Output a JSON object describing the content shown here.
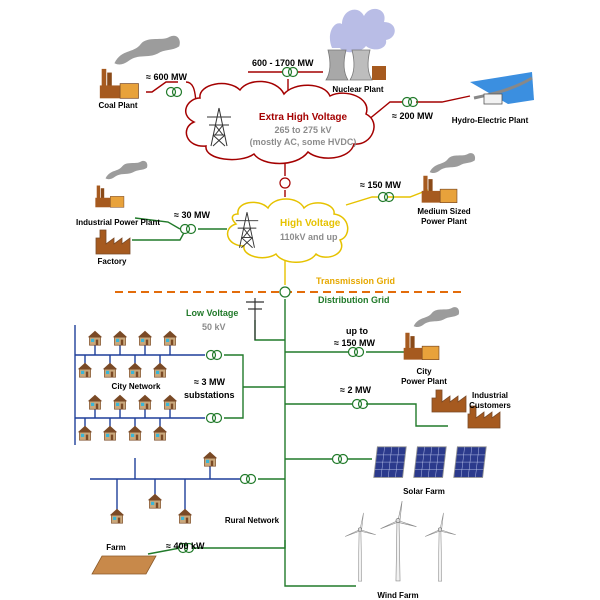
{
  "colors": {
    "ehv": "#a40000",
    "hv": "#e6c200",
    "distribution": "#217a2a",
    "low_voltage": "#217a2a",
    "feeder": "#1f3f9a",
    "grey_text": "#8c8c8c",
    "divider": "#e36c0a"
  },
  "ehv": {
    "title": "Extra High Voltage",
    "line1": "265 to 275 kV",
    "line2": "(mostly AC, some HVDC)"
  },
  "hv": {
    "title": "High Voltage",
    "line1": "110kV and up"
  },
  "grid": {
    "transmission": "Transmission Grid",
    "distribution": "Distribution Grid"
  },
  "low_voltage": {
    "title": "Low Voltage",
    "value": "50 kV"
  },
  "substations": {
    "value": "≈ 3  MW",
    "label": "substations"
  },
  "plants": {
    "coal": {
      "name": "Coal Plant",
      "power": "≈ 600  MW"
    },
    "nuclear": {
      "name": "Nuclear Plant",
      "power": "600 - 1700  MW"
    },
    "hydro": {
      "name": "Hydro-Electric Plant",
      "power": "≈ 200  MW"
    },
    "industrial": {
      "name": "Industrial Power Plant",
      "power": "≈ 30 MW"
    },
    "factory": {
      "name": "Factory"
    },
    "medium": {
      "name1": "Medium Sized",
      "name2": "Power Plant",
      "power": "≈ 150  MW"
    },
    "city_plant": {
      "power1": "up to",
      "power2": "≈ 150  MW",
      "name1": "City",
      "name2": "Power Plant"
    },
    "industrial_customers": {
      "name1": "Industrial",
      "name2": "Customers",
      "power": "≈ 2  MW"
    },
    "solar": {
      "name": "Solar Farm"
    },
    "wind": {
      "name": "Wind Farm"
    },
    "farm": {
      "name": "Farm",
      "power": "≈ 400 kW"
    }
  },
  "networks": {
    "city": "City Network",
    "rural": "Rural Network"
  }
}
